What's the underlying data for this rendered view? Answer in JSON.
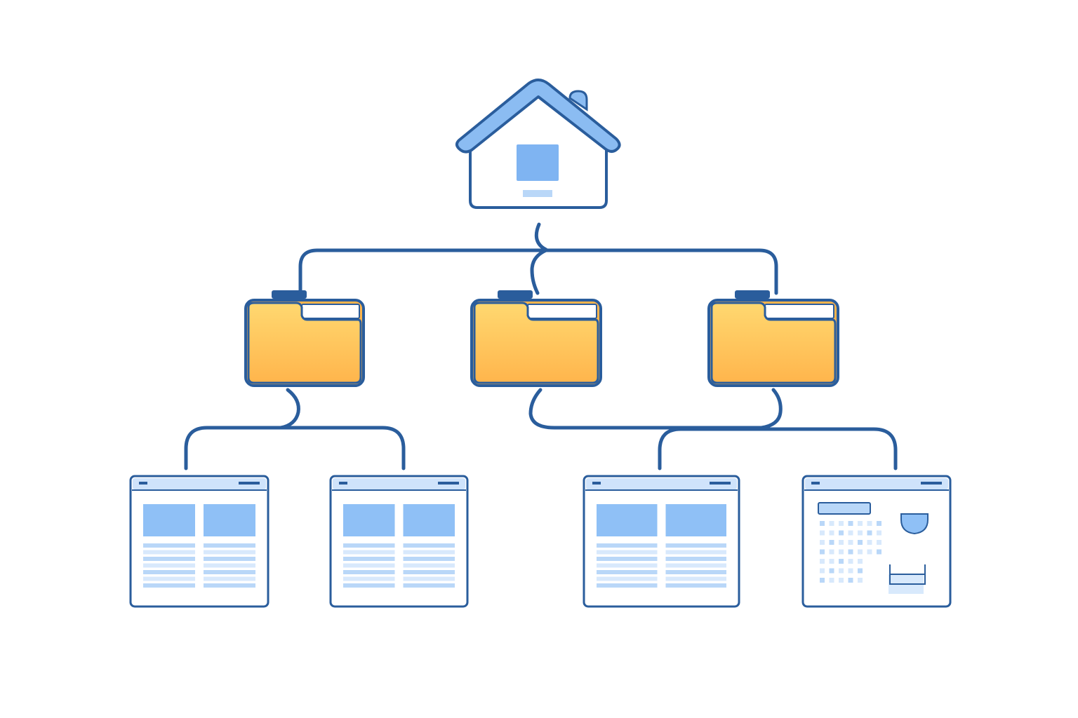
{
  "colors": {
    "outline": "#2a5d9c",
    "connector": "#2a5d9c",
    "roof": "#8bbcf2",
    "house_window": "#7fb4f2",
    "house_panel": "#ffffff",
    "folder_top": "#ffd870",
    "folder_bottom": "#ffb54c",
    "folder_tab": "#2a5d9c",
    "page_bg": "#ffffff",
    "titlebar": "#cfe3fb",
    "block": "#8fc0f6",
    "line_light": "#d8e9fc",
    "line_mid": "#b9d7f8"
  },
  "nodes": {
    "root": {
      "icon": "home-icon"
    },
    "folders": [
      {
        "icon": "folder-icon"
      },
      {
        "icon": "folder-icon"
      },
      {
        "icon": "folder-icon"
      }
    ],
    "pages": [
      {
        "icon": "page-table-icon",
        "layout": "two-column-table"
      },
      {
        "icon": "page-table-icon",
        "layout": "two-column-table"
      },
      {
        "icon": "page-table-icon",
        "layout": "two-column-table"
      },
      {
        "icon": "page-dashboard-icon",
        "layout": "dashboard"
      }
    ]
  }
}
